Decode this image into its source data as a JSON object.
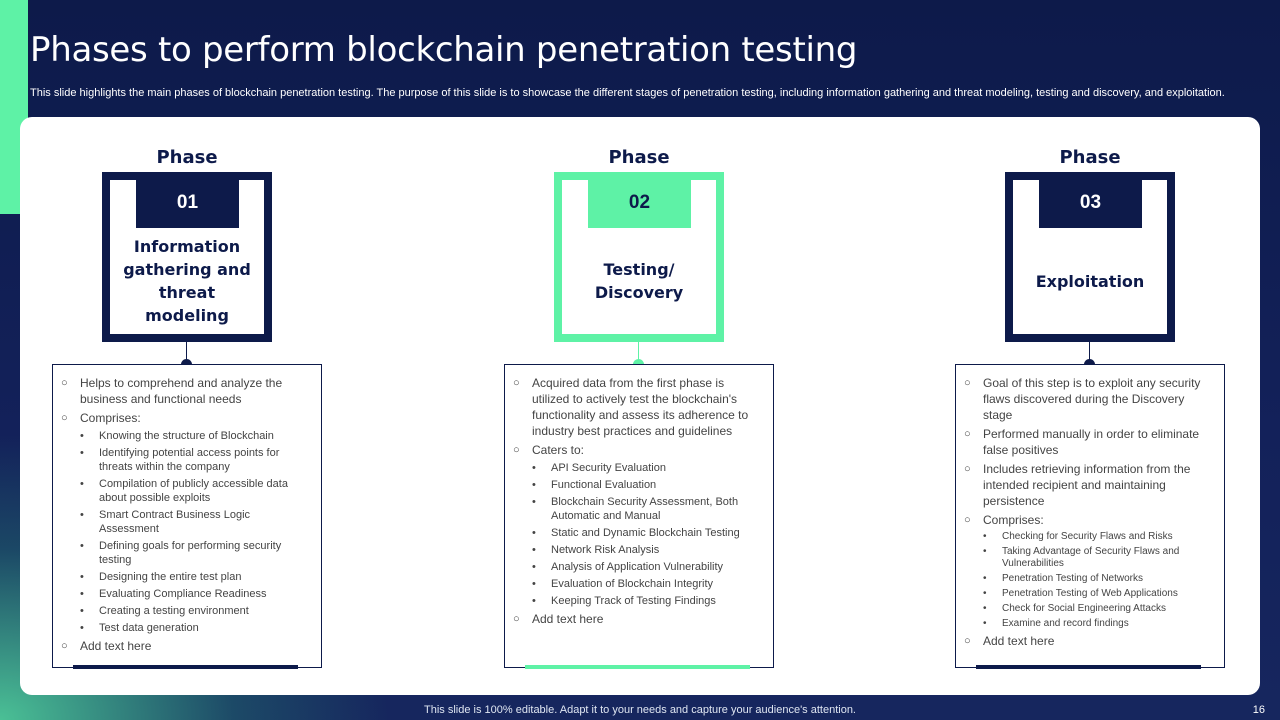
{
  "slide": {
    "title": "Phases to perform blockchain penetration testing",
    "subtitle": "This slide highlights the main phases of blockchain penetration testing. The purpose of this slide is to showcase the different stages of penetration testing, including information gathering and threat modeling, testing and discovery, and exploitation.",
    "footer": "This slide is 100% editable. Adapt it to your needs and capture your audience's attention.",
    "page_number": "16"
  },
  "colors": {
    "navy": "#0d1a4a",
    "green": "#5ef2a6",
    "white": "#ffffff"
  },
  "phases": [
    {
      "label": "Phase",
      "number": "01",
      "name": "Information gathering and threat modeling",
      "items": [
        {
          "type": "main",
          "text": "Helps to comprehend  and analyze the business and functional needs"
        },
        {
          "type": "main",
          "text": " Comprises:"
        },
        {
          "type": "sub",
          "text": "Knowing the structure of Blockchain"
        },
        {
          "type": "sub",
          "text": "Identifying potential access points for threats within the company"
        },
        {
          "type": "sub",
          "text": "Compilation of publicly accessible data about possible exploits"
        },
        {
          "type": "sub",
          "text": "Smart Contract Business  Logic Assessment"
        },
        {
          "type": "sub",
          "text": "Defining goals for performing security testing"
        },
        {
          "type": "sub",
          "text": "Designing the entire test plan"
        },
        {
          "type": "sub",
          "text": "Evaluating Compliance Readiness"
        },
        {
          "type": "sub",
          "text": "Creating a testing environment"
        },
        {
          "type": "sub",
          "text": "Test data generation"
        },
        {
          "type": "main",
          "text": "Add text here"
        }
      ]
    },
    {
      "label": "Phase",
      "number": "02",
      "name": "Testing/ Discovery",
      "items": [
        {
          "type": "main",
          "text": "Acquired data from the first phase is utilized to actively test the blockchain's functionality and assess its adherence to industry best practices and guidelines"
        },
        {
          "type": "main",
          "text": " Caters to:"
        },
        {
          "type": "sub",
          "text": "API Security Evaluation"
        },
        {
          "type": "sub",
          "text": "Functional Evaluation"
        },
        {
          "type": "sub",
          "text": "Blockchain Security Assessment, Both Automatic and Manual"
        },
        {
          "type": "sub",
          "text": "Static and Dynamic Blockchain Testing"
        },
        {
          "type": "sub",
          "text": "Network Risk Analysis"
        },
        {
          "type": "sub",
          "text": "Analysis of Application Vulnerability"
        },
        {
          "type": "sub",
          "text": "Evaluation of Blockchain Integrity"
        },
        {
          "type": "sub",
          "text": "Keeping Track of Testing Findings"
        },
        {
          "type": "main",
          "text": "Add text here"
        }
      ]
    },
    {
      "label": "Phase",
      "number": "03",
      "name": "Exploitation",
      "items": [
        {
          "type": "main",
          "text": "Goal of this step is to exploit any security flaws discovered  during the Discovery stage"
        },
        {
          "type": "main",
          "text": "Performed  manually in order to eliminate false positives"
        },
        {
          "type": "main",
          "text": "Includes retrieving information from the intended recipient and maintaining persistence"
        },
        {
          "type": "main",
          "text": "Comprises:"
        },
        {
          "type": "sub",
          "text": "Checking  for Security Flaws and Risks"
        },
        {
          "type": "sub",
          "text": "Taking Advantage of Security Flaws and Vulnerabilities"
        },
        {
          "type": "sub",
          "text": "Penetration Testing of Networks"
        },
        {
          "type": "sub",
          "text": "Penetration Testing of Web Applications"
        },
        {
          "type": "sub",
          "text": "Check for Social Engineering Attacks"
        },
        {
          "type": "sub",
          "text": "Examine  and record findings"
        },
        {
          "type": "main",
          "text": "Add text here"
        }
      ]
    }
  ]
}
